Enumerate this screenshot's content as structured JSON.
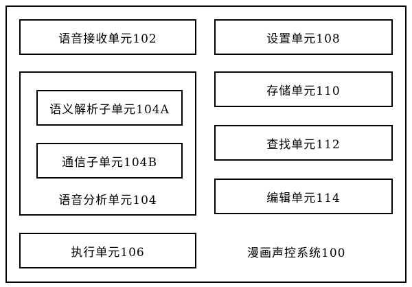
{
  "system": {
    "label": "漫画声控系统100"
  },
  "units": {
    "voice_receive": "语音接收单元102",
    "setting": "设置单元108",
    "storage": "存储单元110",
    "semantic_parse": "语义解析子单元104A",
    "communication": "通信子单元104B",
    "voice_analysis": "语音分析单元104",
    "search": "查找单元112",
    "edit": "编辑单元114",
    "execute": "执行单元106"
  }
}
